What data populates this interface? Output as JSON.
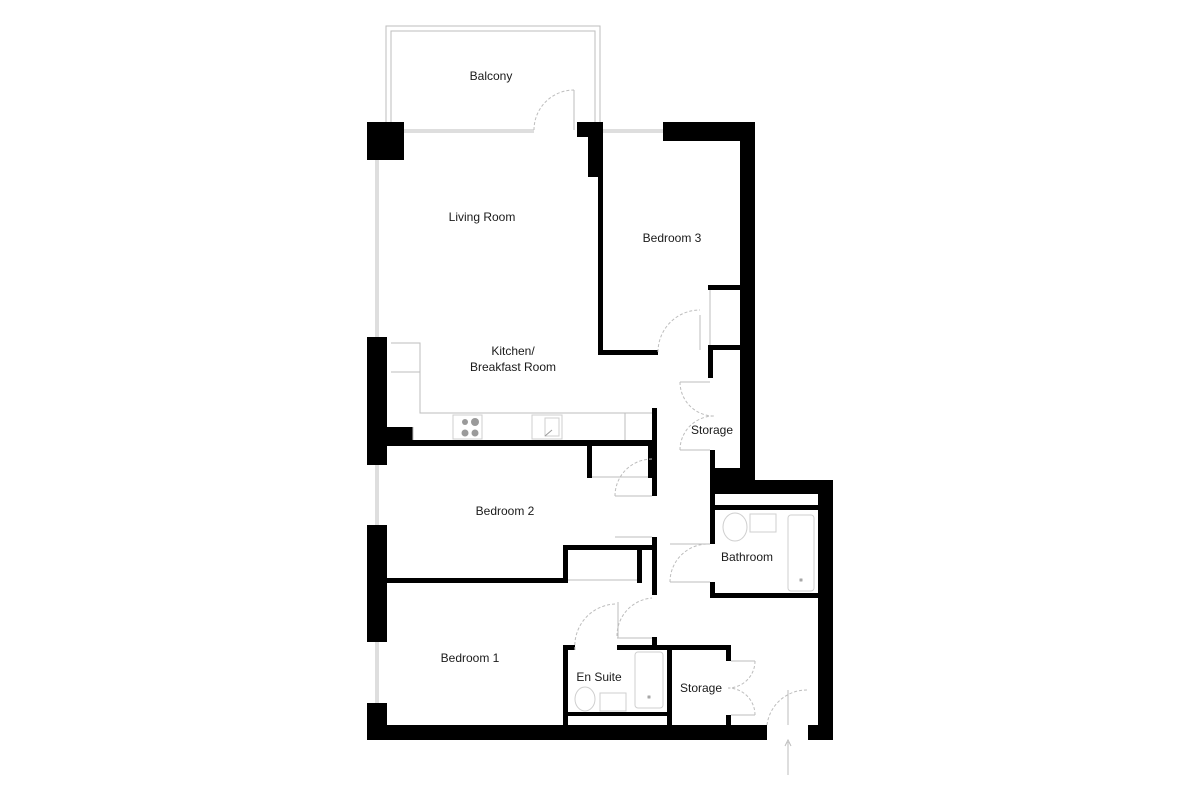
{
  "plan": {
    "wall_color": "#000000",
    "thin_line_color": "#bdbdbd",
    "fixture_color": "#cfcfcf",
    "background": "#ffffff"
  },
  "rooms": {
    "balcony": "Balcony",
    "living_room": "Living Room",
    "bedroom_3": "Bedroom 3",
    "kitchen": "Kitchen/\nBreakfast Room",
    "storage_upper": "Storage",
    "bedroom_2": "Bedroom 2",
    "bathroom": "Bathroom",
    "bedroom_1": "Bedroom 1",
    "en_suite": "En Suite",
    "storage_lower": "Storage"
  },
  "entrance": {
    "arrow": "entrance-arrow-up"
  }
}
